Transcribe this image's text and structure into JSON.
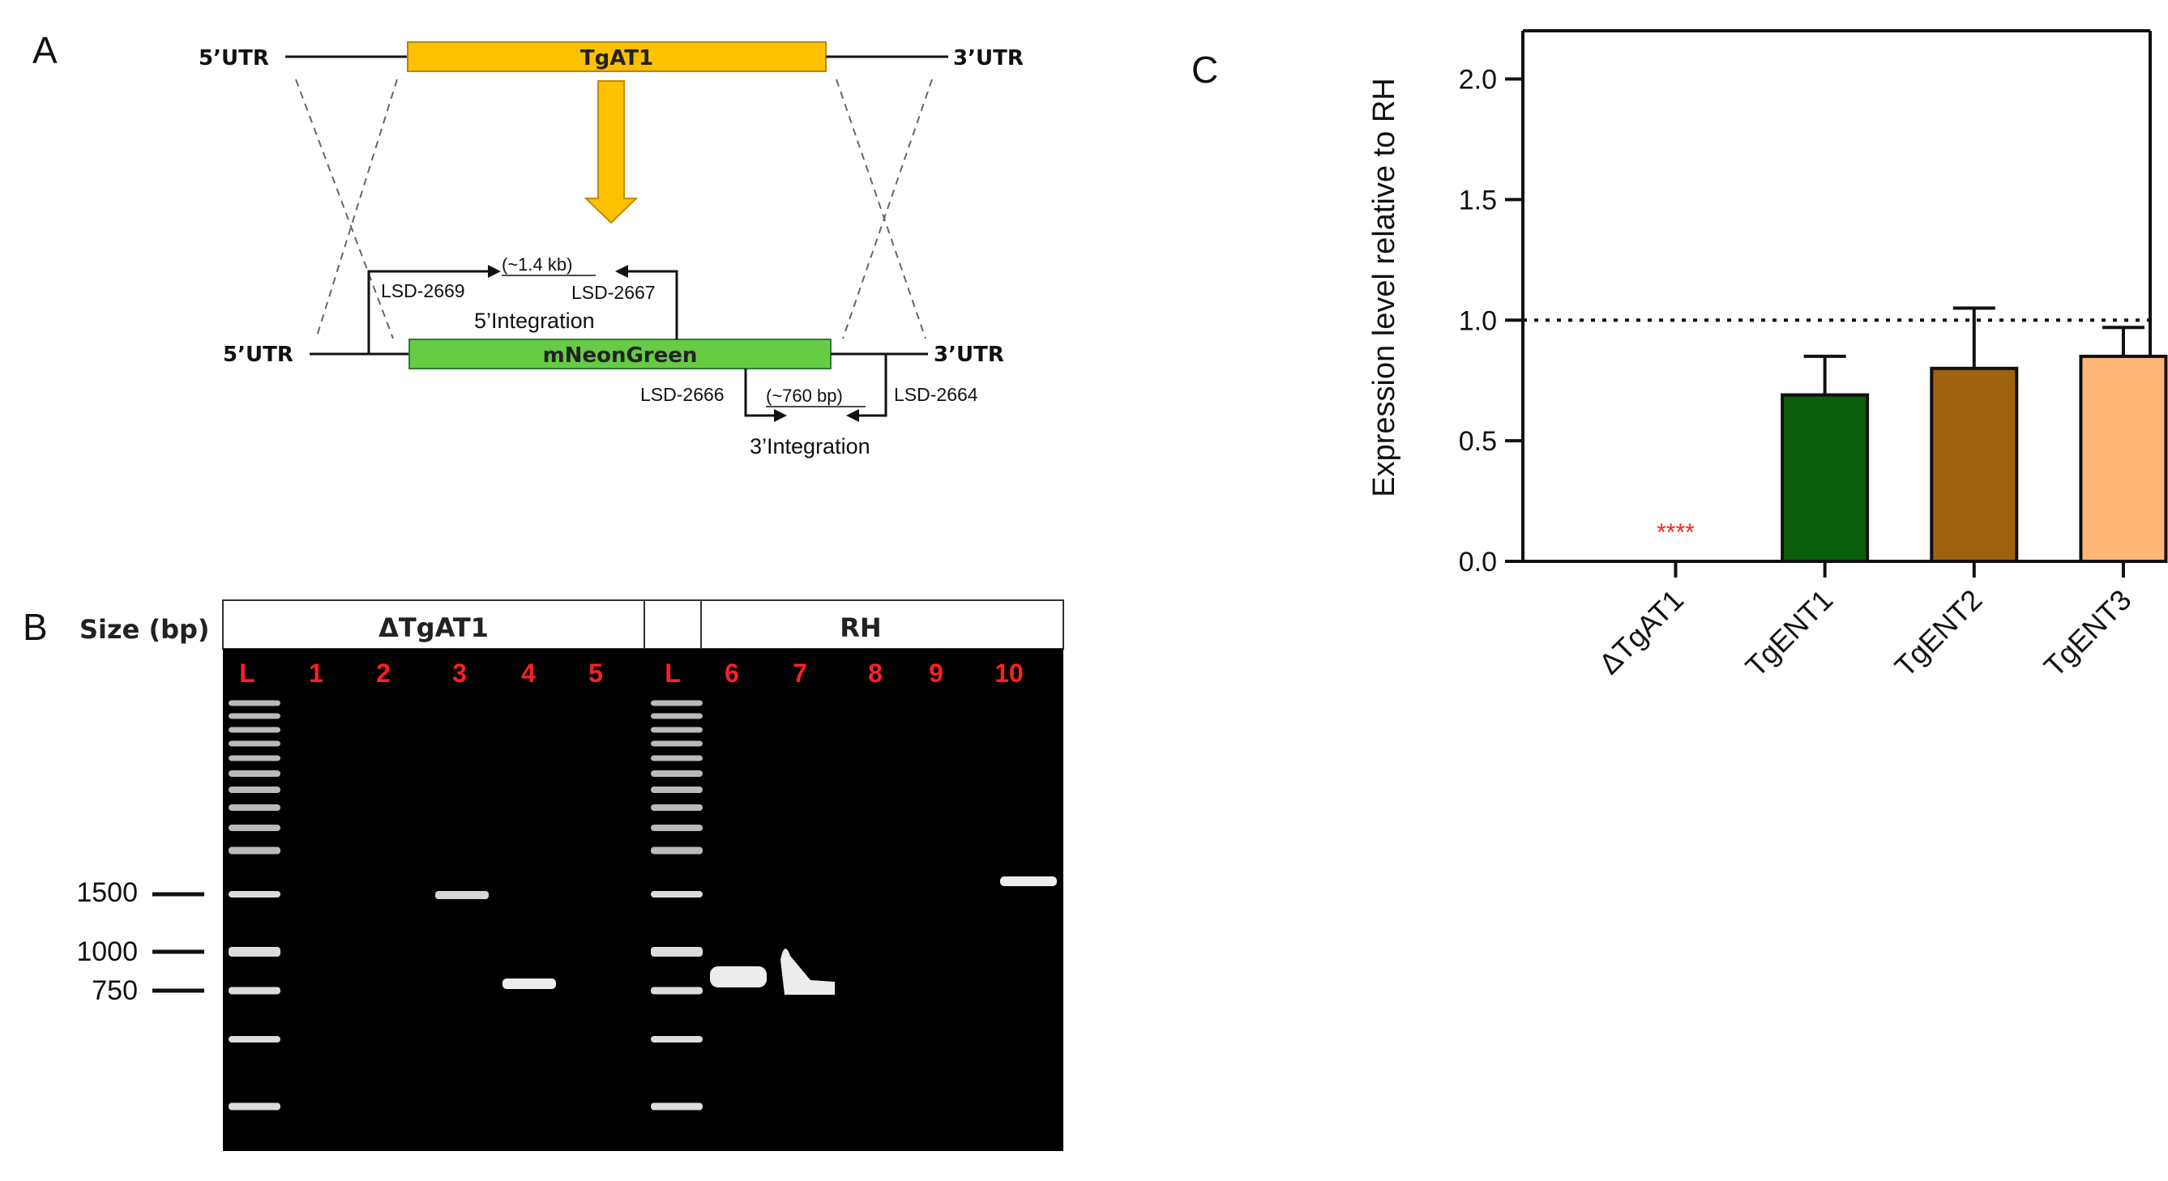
{
  "panel_labels": {
    "a": "A",
    "b": "B",
    "c": "C"
  },
  "panel_a": {
    "top_left_utr": "5’UTR",
    "top_right_utr": "3’UTR",
    "gene_label": "TgAT1",
    "bottom_left_utr": "5’UTR",
    "bottom_right_utr": "3’UTR",
    "marker_label": "mNeonGreen",
    "primer_5_forward": "LSD-2669",
    "primer_5_reverse": "LSD-2667",
    "product_5_size": "(~1.4 kb)",
    "integration_5_label": "5’Integration",
    "primer_3_forward": "LSD-2666",
    "primer_3_reverse": "LSD-2664",
    "product_3_size": "(~760 bp)",
    "integration_3_label": "3’Integration",
    "colors": {
      "gene": "#FFC000",
      "gene_outline": "#B8860B",
      "marker": "#66CC44",
      "marker_outline": "#2E7D32",
      "arrow": "#FFC000"
    }
  },
  "panel_b": {
    "size_header": "Size (bp)",
    "group_1_label": "ΔTgAT1",
    "group_2_label": "RH",
    "lane_labels": [
      "L",
      "1",
      "2",
      "3",
      "4",
      "5",
      "L",
      "6",
      "7",
      "8",
      "9",
      "10"
    ],
    "size_markers": [
      "1500",
      "1000",
      "750"
    ],
    "colors": {
      "gel_background": "#000000",
      "lane_label": "#FF2020",
      "band": "#F2F2F2"
    }
  },
  "chart_data": {
    "type": "bar",
    "categories": [
      "ΔTgAT1",
      "TgENT1",
      "TgENT2",
      "TgENT3"
    ],
    "values": [
      0.0,
      0.69,
      0.8,
      0.85
    ],
    "errors": [
      0.0,
      0.16,
      0.25,
      0.12
    ],
    "colors": [
      "#FFFFFF",
      "#0B5E0B",
      "#A0620F",
      "#FFB679"
    ],
    "annotation": "****",
    "annotation_color": "#FF2020",
    "reference_line": 1.0,
    "ylabel": "Expression level relative to RH",
    "ylim": [
      0,
      2.2
    ],
    "yticks": [
      "0.0",
      "0.5",
      "1.0",
      "1.5",
      "2.0"
    ],
    "ytick_values": [
      0.0,
      0.5,
      1.0,
      1.5,
      2.0
    ]
  }
}
